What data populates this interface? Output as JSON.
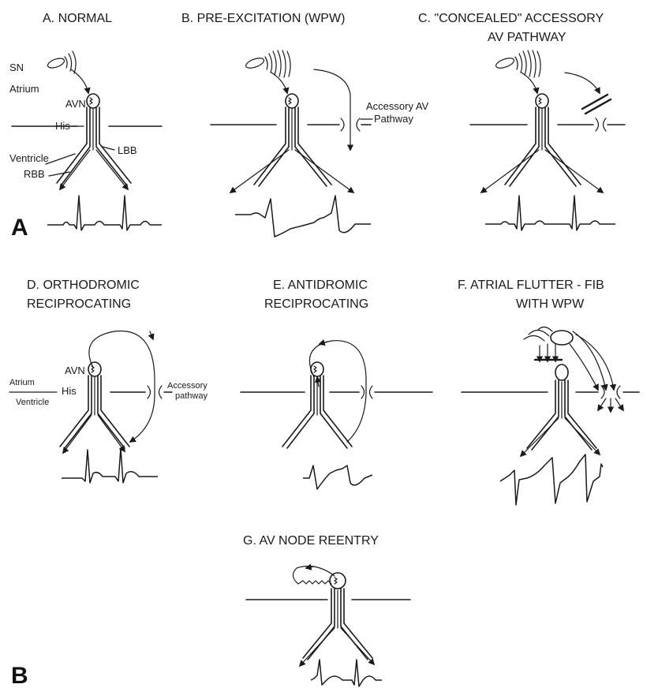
{
  "panels": {
    "a": {
      "title": "A. NORMAL",
      "labels": {
        "sn": "SN",
        "atrium": "Atrium",
        "avn": "AVN",
        "his": "His",
        "ventricle": "Ventricle",
        "lbb": "LBB",
        "rbb": "RBB"
      }
    },
    "b": {
      "title": "B. PRE-EXCITATION (WPW)",
      "labels": {
        "accessory_line1": "Accessory AV",
        "accessory_line2": "Pathway"
      }
    },
    "c": {
      "title_line1": "C. \"CONCEALED\" ACCESSORY",
      "title_line2": "AV PATHWAY"
    },
    "d": {
      "title_line1": "D. ORTHODROMIC",
      "title_line2": "RECIPROCATING",
      "labels": {
        "atrium": "Atrium",
        "avn": "AVN",
        "his": "His",
        "ventricle": "Ventricle",
        "accessory_line1": "Accessory",
        "accessory_line2": "pathway"
      }
    },
    "e": {
      "title_line1": "E. ANTIDROMIC",
      "title_line2": "RECIPROCATING"
    },
    "f": {
      "title_line1": "F. ATRIAL FLUTTER - FIB",
      "title_line2": "WITH WPW"
    },
    "g": {
      "title": "G. AV NODE REENTRY"
    }
  },
  "section_labels": {
    "top": "A",
    "bottom": "B"
  }
}
